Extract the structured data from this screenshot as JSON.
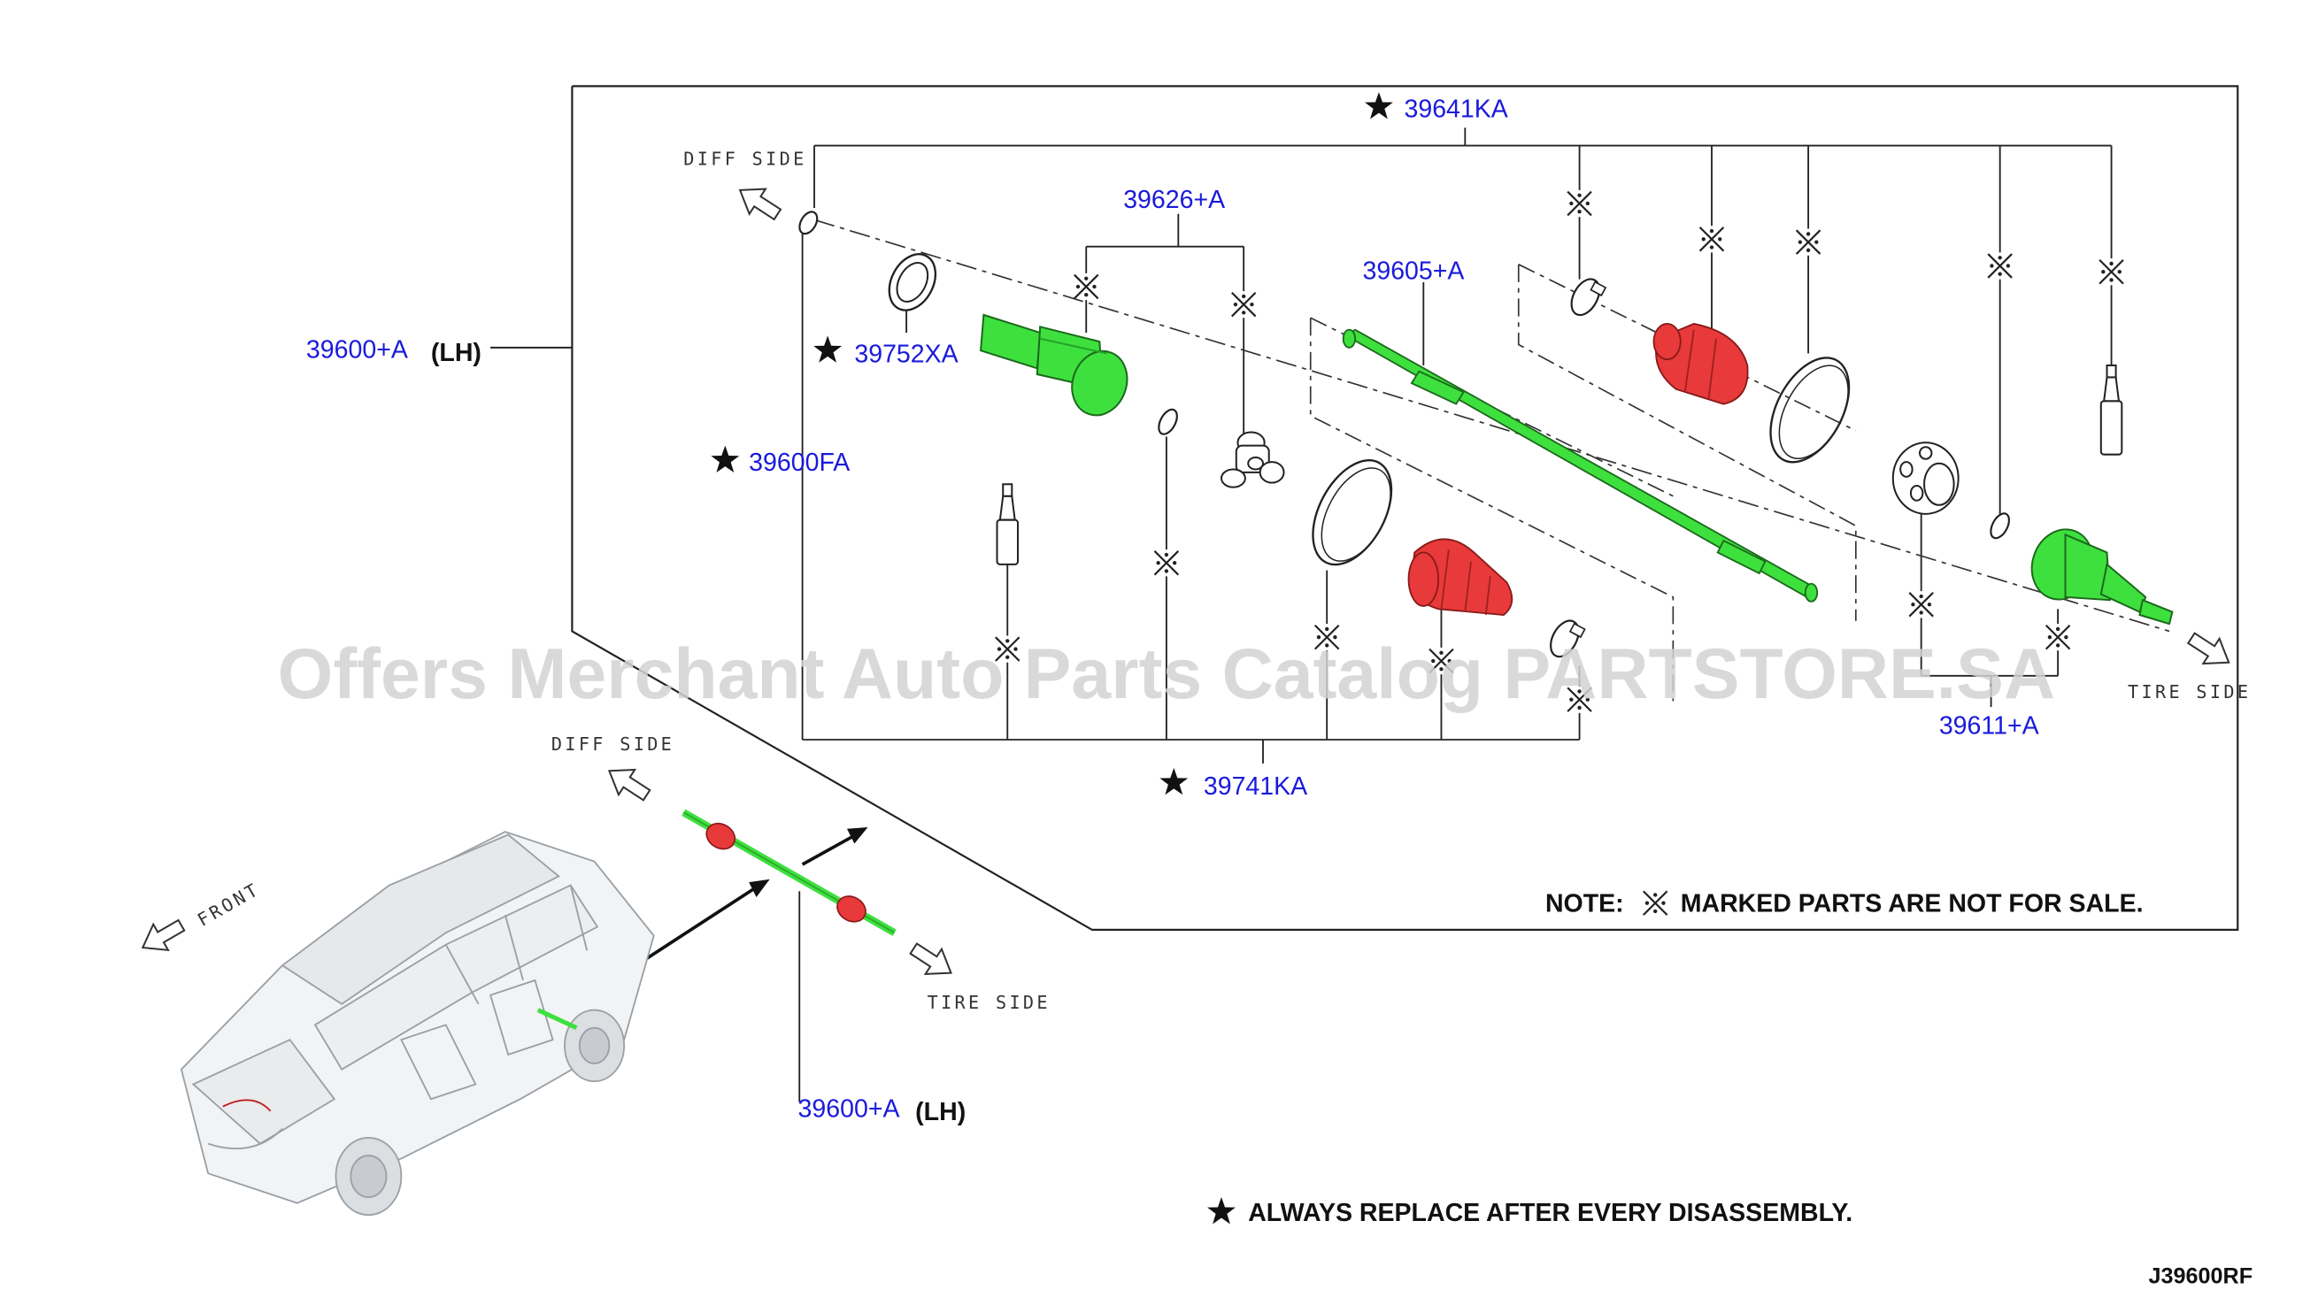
{
  "labels": {
    "assembly_main": "39600+A",
    "assembly_main_side": "(LH)",
    "assembly_inset": "39600+A",
    "assembly_inset_side": "(LH)",
    "kit_39641KA": "39641KA",
    "part_39626A": "39626+A",
    "part_39605A": "39605+A",
    "kit_39752XA": "39752XA",
    "kit_39600FA": "39600FA",
    "kit_39741KA": "39741KA",
    "part_39611A": "39611+A"
  },
  "directions": {
    "diff_side": "DIFF SIDE",
    "tire_side": "TIRE SIDE",
    "front": "FRONT"
  },
  "notes": {
    "note_prefix": "NOTE:",
    "not_for_sale": "MARKED PARTS ARE NOT FOR SALE.",
    "always_replace": "ALWAYS REPLACE AFTER EVERY DISASSEMBLY."
  },
  "diagram_code": "J39600RF",
  "watermark": "Offers Merchant Auto Parts Catalog PARTSTORE.SA",
  "colors": {
    "part_link": "#1a1adc",
    "green_part": "#3ee03e",
    "red_boot": "#e83a3a",
    "line": "#222222",
    "watermark": "#d0d0d0"
  },
  "icons": {
    "star": "star-icon",
    "not_for_sale": "reference-mark-icon"
  }
}
